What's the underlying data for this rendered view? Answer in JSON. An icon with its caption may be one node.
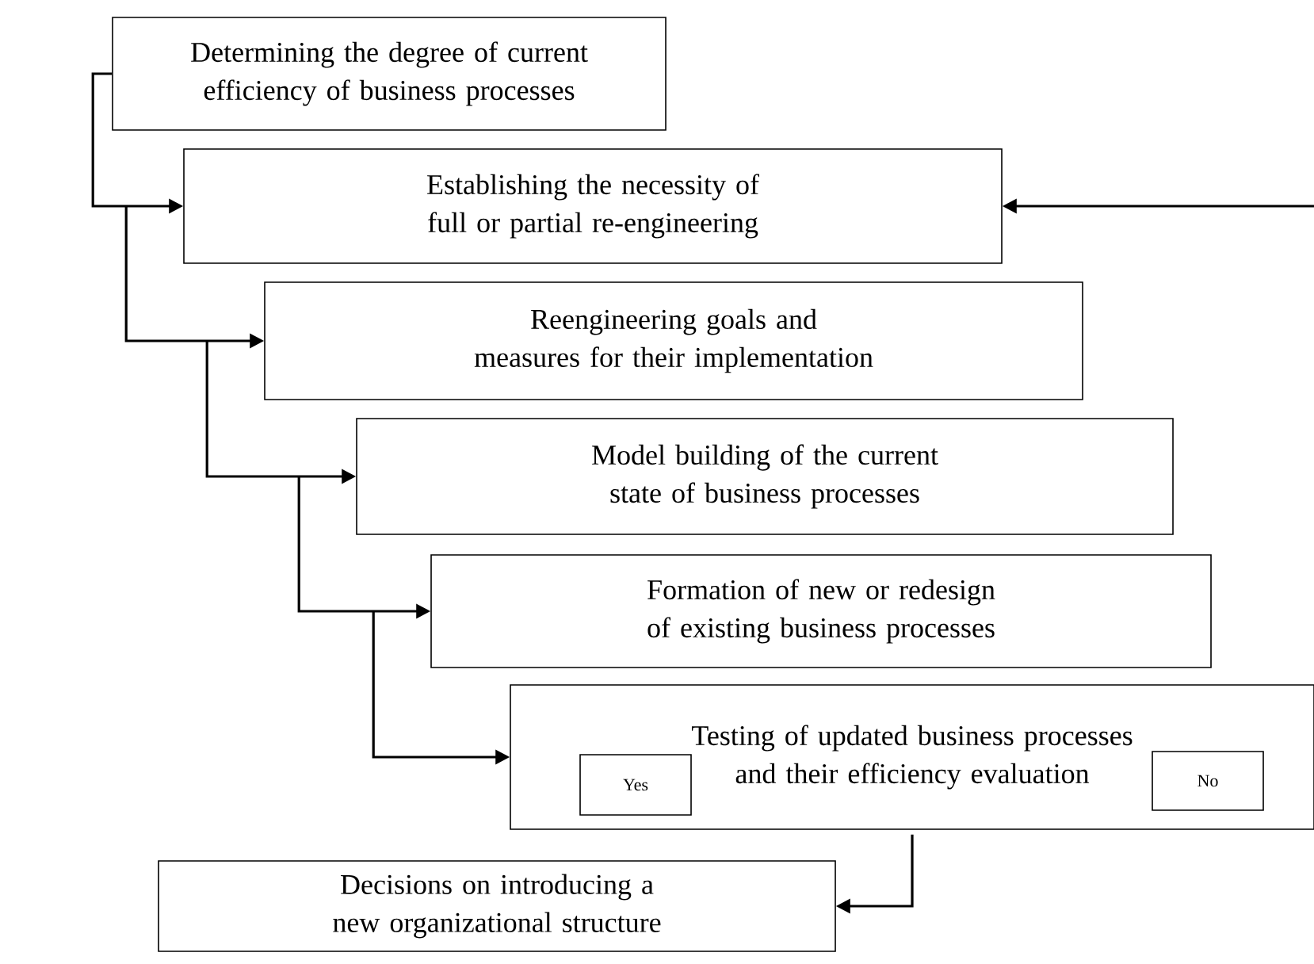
{
  "diagram": {
    "nodes": [
      {
        "text": [
          "Determining the degree of current efficiency of business processes"
        ]
      },
      {
        "text": [
          "Establishing the necessity of full or partial re-engineering"
        ]
      },
      {
        "text": [
          "Reengineering goals and measures for their implementation"
        ]
      },
      {
        "text": [
          "Model building of the current state of business processes"
        ]
      },
      {
        "text": [
          "Formation of new or redesign of existing business processes"
        ]
      },
      {
        "text": [
          "Testing of updated business processes and their efficiency evaluation"
        ]
      },
      {
        "text": [
          "Yes"
        ],
        "in": 5
      },
      {
        "text": [
          "No"
        ],
        "in": 5
      },
      {
        "text": [
          "Decisions on introducing a new organizational structure"
        ]
      }
    ],
    "edges": [
      {
        "from": 0,
        "to": 1,
        "arrow": "to"
      },
      {
        "from": 1,
        "to": 2,
        "arrow": "to"
      },
      {
        "from": 2,
        "to": 3,
        "arrow": "to"
      },
      {
        "from": 3,
        "to": 4,
        "arrow": "to"
      },
      {
        "from": 4,
        "to": 5,
        "arrow": "to"
      },
      {
        "from": 5,
        "to": 8,
        "arrow": "to"
      },
      {
        "from": null,
        "to": 1,
        "arrow": "to"
      }
    ]
  }
}
